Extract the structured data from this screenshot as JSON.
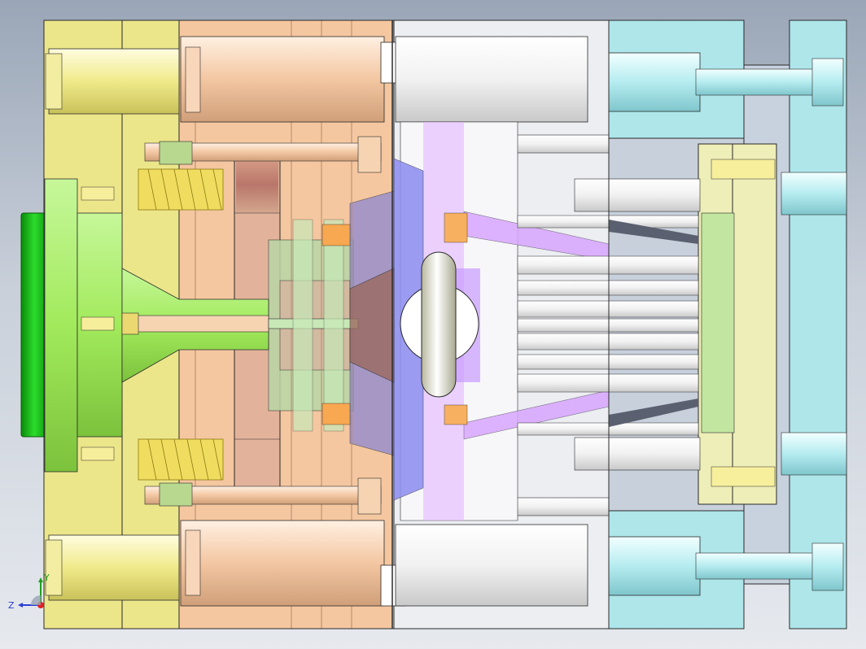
{
  "view": {
    "name": "mold-assembly-section-view",
    "background_top": "#9aa6b7",
    "background_bottom": "#e6e9ee"
  },
  "colors": {
    "clamp_plate_fixed": "#ece68a",
    "a_plate": "#f5c7a0",
    "b_side": "#f2f2f2",
    "b_plate_tint": "#dfe3ea",
    "clamp_plate_moving": "#aee6ea",
    "ejector_plate": "#eeeeb8",
    "locating_ring": "#22cc22",
    "sprue_bushing": "#a6f060",
    "spring": "#e8d23a",
    "slide_purple": "#cc88ff",
    "part_blue": "#8c8cf0",
    "runner_green": "#a8d8a0",
    "outline": "#2a2a2a"
  },
  "triad": {
    "x_label": "Z",
    "y_label": "Y",
    "x_icon": "z-axis-arrow",
    "y_icon": "y-axis-arrow"
  }
}
